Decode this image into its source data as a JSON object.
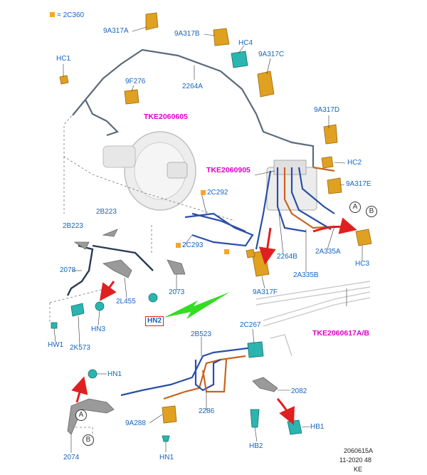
{
  "legend": {
    "text": "= 2C360",
    "color": "#f5a623"
  },
  "labels": {
    "9a317a": "9A317A",
    "9a317b": "9A317B",
    "hc4": "HC4",
    "9a317c": "9A317C",
    "hc1": "HC1",
    "9f276": "9F276",
    "2264a": "2264A",
    "9a317d": "9A317D",
    "hc2": "HC2",
    "9a317e": "9A317E",
    "2c292": "2C292",
    "2b223a": "2B223",
    "2b223b": "2B223",
    "2c293": "2C293",
    "2264b": "2264B",
    "2a335a": "2A335A",
    "2a335b": "2A335B",
    "hc3": "HC3",
    "9a317f": "9A317F",
    "2078": "2078",
    "2l455": "2L455",
    "2073": "2073",
    "hn3": "HN3",
    "hw1": "HW1",
    "2k573": "2K573",
    "2b523": "2B523",
    "2c267": "2C267",
    "hn1a": "HN1",
    "hn1b": "HN1",
    "9a288": "9A288",
    "2286": "2286",
    "2082": "2082",
    "hb1": "HB1",
    "hb2": "HB2",
    "2074": "2074"
  },
  "refs": {
    "tke2060605": "TKE2060605",
    "tke2060905": "TKE2060905",
    "tke2060617": "TKE2060617A/B"
  },
  "highlight": {
    "label": "HN2",
    "border_color": "#e02020"
  },
  "callouts": {
    "a": "A",
    "b": "B"
  },
  "footer": {
    "line1": "2060615A",
    "line2": "11-2020 48",
    "line3": "KE"
  },
  "colors": {
    "label_blue": "#1565c0",
    "ref_magenta": "#e000c8",
    "pipe_blue": "#2a4fa8",
    "pipe_orange": "#c8641e",
    "pipe_grey": "#5a6b7a",
    "arrow_red": "#e02020",
    "arrow_green": "#33dd22",
    "part_orange": "#e0a020",
    "part_teal": "#2ab5b0"
  }
}
